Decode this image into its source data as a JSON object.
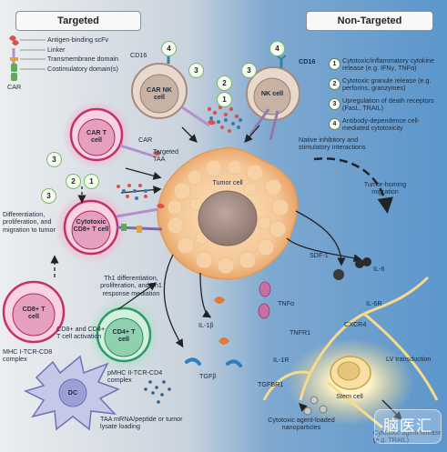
{
  "headers": {
    "left": "Targeted",
    "right": "Non-Targeted"
  },
  "legend_left": {
    "scfv": "Antigen-binding scFv",
    "linker": "Linker",
    "transmembrane": "Transmembrane domain",
    "costim": "Costimulatory domain(s)",
    "car": "CAR"
  },
  "legend_right": [
    {
      "num": "1",
      "text": "Cytotoxic/inflammatory cytokine release (e.g. IFNγ, TNFα)"
    },
    {
      "num": "2",
      "text": "Cytotoxic granule release (e.g. perforins, granzymes)"
    },
    {
      "num": "3",
      "text": "Upregulation of death receptors (FasL, TRAIL)"
    },
    {
      "num": "4",
      "text": "Antibody-dependence cell-mediated cytotoxicity"
    }
  ],
  "cells": {
    "car_nk": "CAR NK cell",
    "nk": "NK cell",
    "car_t": "CAR T cell",
    "cytotoxic_t": "Cytotoxic CD8+ T cell",
    "cd8_t": "CD8+ T cell",
    "cd4_t": "CD4+ T cell",
    "dc": "DC",
    "tumor": "Tumor cell",
    "stem": "Stem cell"
  },
  "labels": {
    "cd16_left": "CD16",
    "cd16_right": "CD16",
    "car_lbl": "CAR",
    "targeted_taa": "Targeted TAA",
    "native": "Native inhibitory and stimulatory interactions",
    "differentiation": "Differentiation, proliferation, and migration to tumor",
    "th1": "Th1 differentiation, proliferation, and Th1 response mediation",
    "cd8_cd4_activation": "CD8+ and CD4+ T cell activation",
    "mhc1": "MHC I-TCR-CD8 complex",
    "mhc2": "pMHC II-TCR-CD4 complex",
    "taa_loading": "TAA mRNA/peptide or tumor lysate loading",
    "tumor_homing": "Tumor-homing migration",
    "sdf1": "SDF-1",
    "il6": "IL-6",
    "il6r": "IL-6R",
    "tnfa": "TNFα",
    "tnfr1": "TNFR1",
    "cxcr4": "CXCR4",
    "il1b": "IL-1β",
    "il1r": "IL-1R",
    "tgfb": "TGFβ",
    "tgfbr1": "TGFBR1",
    "lv_transduction": "LV transduction",
    "cytotoxic_nano": "Cytotoxic agent-loaded nanoparticles",
    "cytotoxic_release": "Cytotoxic agent release (e.g. TRAIL)"
  },
  "badges": {
    "car_nk_4": "4",
    "car_nk_3": "3",
    "mid_2": "2",
    "mid_1": "1",
    "nk_4": "4",
    "nk_3": "3",
    "cart_3": "3",
    "cart_2": "2",
    "cart_1": "1",
    "cyto_3": "3"
  },
  "watermark": "脑医汇",
  "colors": {
    "left_bg": "#e4e6e9",
    "right_bg": "#5e97c9",
    "tumor": "#f4c893",
    "tumor_nucleus": "#a78f86",
    "car_t": "#c4306b",
    "cd4": "#2e9a6a",
    "nk": "#c8b4a8",
    "dc": "#8c8fc7",
    "stem": "#f5d88a",
    "scfv": "#d9534f",
    "costim": "#5fa85d",
    "badge": "#9dd08f"
  }
}
